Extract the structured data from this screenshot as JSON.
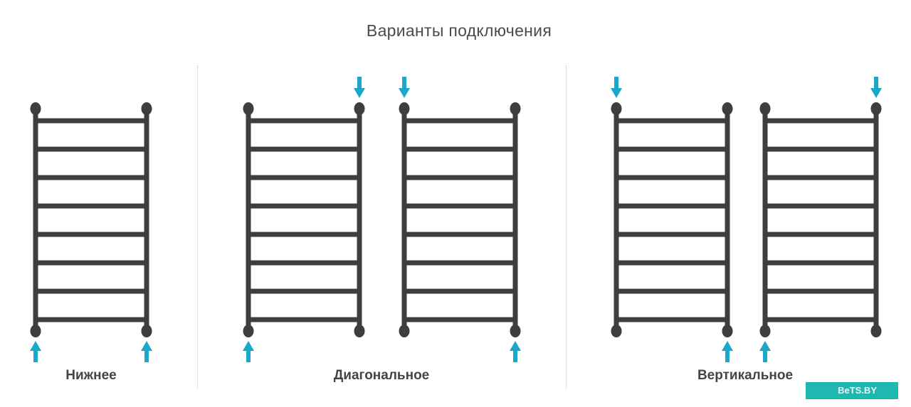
{
  "title": "Варианты подключения",
  "groups": [
    {
      "label": "Нижнее",
      "variants": [
        {
          "in_left": "bottom",
          "in_right": "bottom"
        }
      ]
    },
    {
      "label": "Диагональное",
      "variants": [
        {
          "in_left": "bottom",
          "in_right": "top"
        },
        {
          "in_left": "top",
          "in_right": "bottom"
        }
      ]
    },
    {
      "label": "Вертикальное",
      "variants": [
        {
          "in_left": "top",
          "in_right": "bottom"
        },
        {
          "in_left": "bottom",
          "in_right": "top"
        }
      ]
    }
  ],
  "colors": {
    "frame": "#3f3d3d",
    "arrow": "#1aa7c9",
    "watermark_bg": "#1fb8b0"
  },
  "watermark": {
    "text": "BeTS.BY",
    "icon": "logo-badge"
  }
}
